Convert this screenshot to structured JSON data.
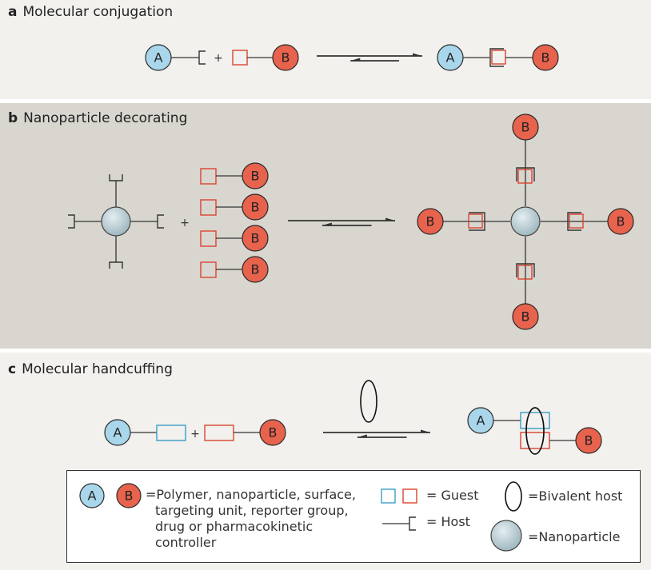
{
  "panels": {
    "a": {
      "letter": "a",
      "title": "Molecular conjugation"
    },
    "b": {
      "letter": "b",
      "title": "Nanoparticle decorating"
    },
    "c": {
      "letter": "c",
      "title": "Molecular handcuffing"
    }
  },
  "labels": {
    "a": "A",
    "b": "B",
    "plus": "+"
  },
  "legend": {
    "items_desc": "=Polymer, nanoparticle, surface,",
    "items_desc_line2": "targeting unit, reporter group,",
    "items_desc_line3": "drug or pharmacokinetic",
    "items_desc_line4": "controller",
    "guest": "= Guest",
    "host": "= Host",
    "bivalent_host": "=Bivalent host",
    "nanoparticle": "=Nanoparticle"
  },
  "colors": {
    "a_fill": "#a9d6ea",
    "b_fill": "#e8634d",
    "guest_red": "#d9442f",
    "guest_blue": "#3a9ec6",
    "nanoparticle": "#b9cdd4",
    "panel_light": "#f2f1ee",
    "panel_dark": "#d9d6d0"
  }
}
